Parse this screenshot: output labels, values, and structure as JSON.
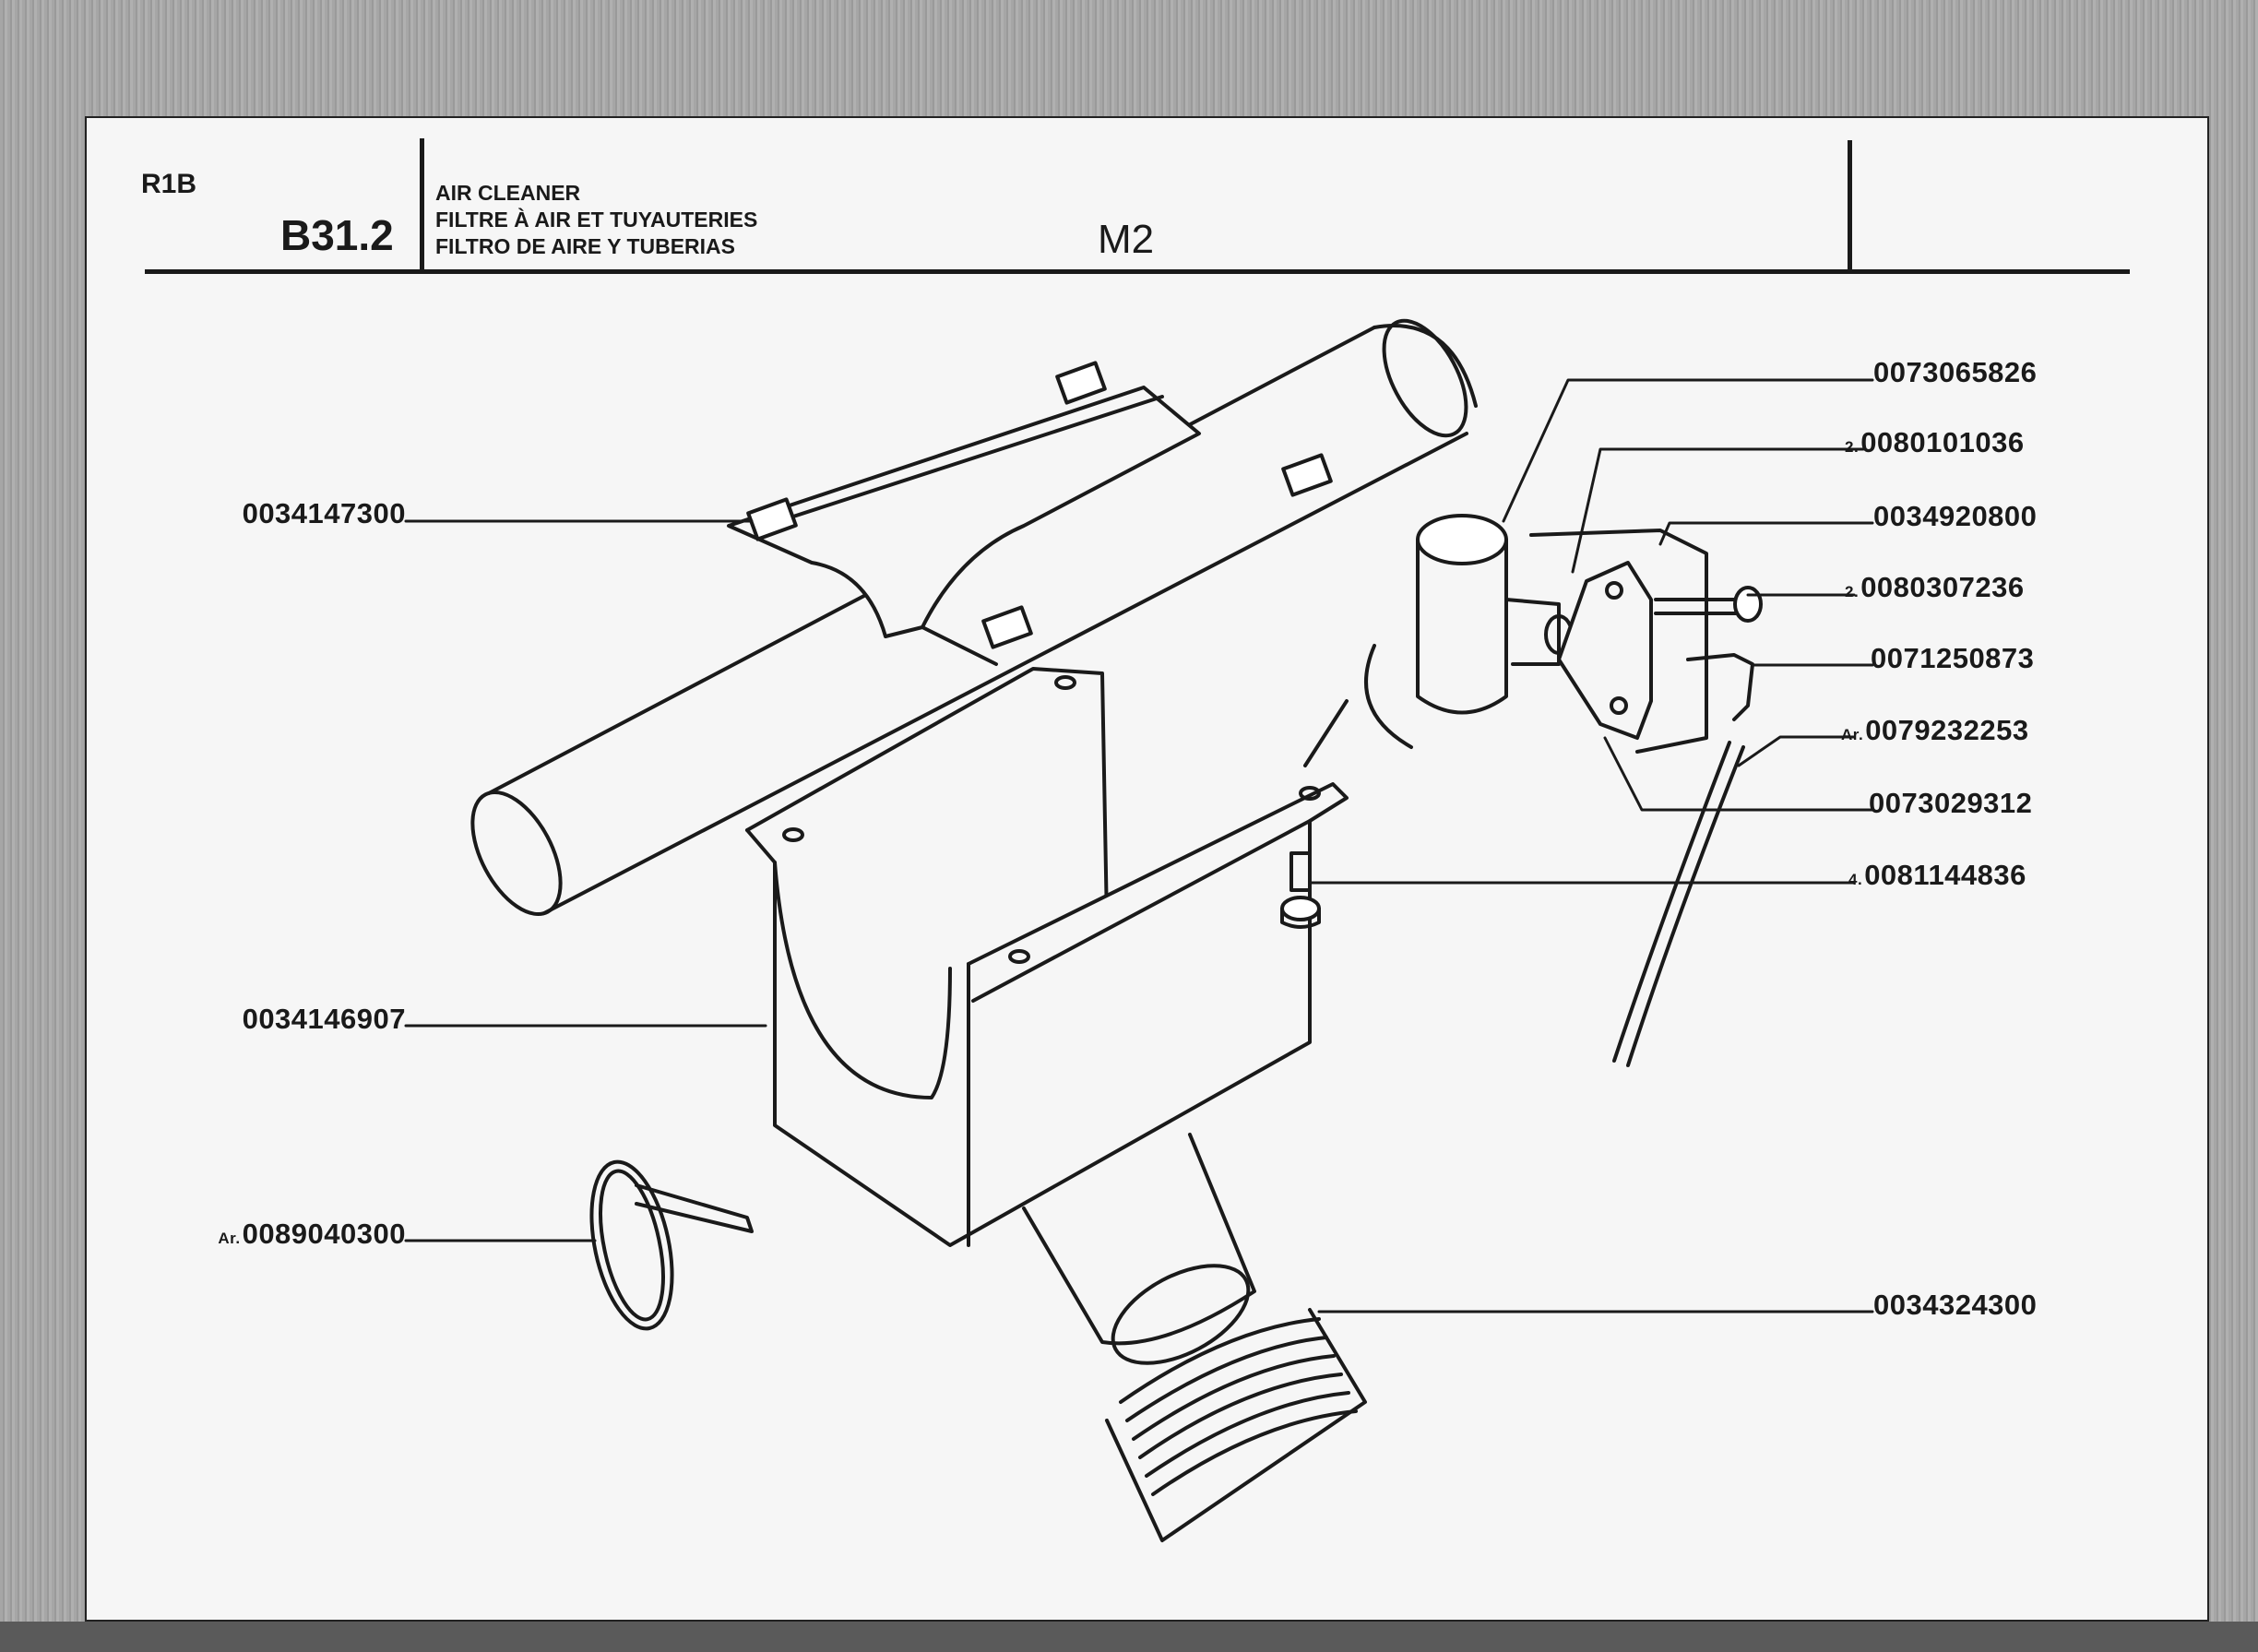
{
  "header": {
    "model_code": "R1B",
    "section_code": "B31.2",
    "title_en": "AIR CLEANER",
    "title_fr": "FILTRE À AIR ET TUYAUTERIES",
    "title_es": "FILTRO DE AIRE Y TUBERIAS",
    "sheet_code": "M2"
  },
  "parts_left": [
    {
      "qty": "",
      "part_no": "0034147300"
    },
    {
      "qty": "",
      "part_no": "0034146907"
    },
    {
      "qty": "Ar",
      "part_no": "0089040300"
    }
  ],
  "parts_right": [
    {
      "qty": "",
      "part_no": "0073065826"
    },
    {
      "qty": "2",
      "part_no": "0080101036"
    },
    {
      "qty": "",
      "part_no": "0034920800"
    },
    {
      "qty": "2",
      "part_no": "0080307236"
    },
    {
      "qty": "",
      "part_no": "0071250873"
    },
    {
      "qty": "Ar",
      "part_no": "0079232253"
    },
    {
      "qty": "",
      "part_no": "0073029312"
    },
    {
      "qty": "4",
      "part_no": "0081144836"
    },
    {
      "qty": "",
      "part_no": "0034324300"
    }
  ],
  "colors": {
    "ink": "#1a1a1a",
    "paper": "#f6f6f6",
    "background": "#9e9e9e"
  }
}
